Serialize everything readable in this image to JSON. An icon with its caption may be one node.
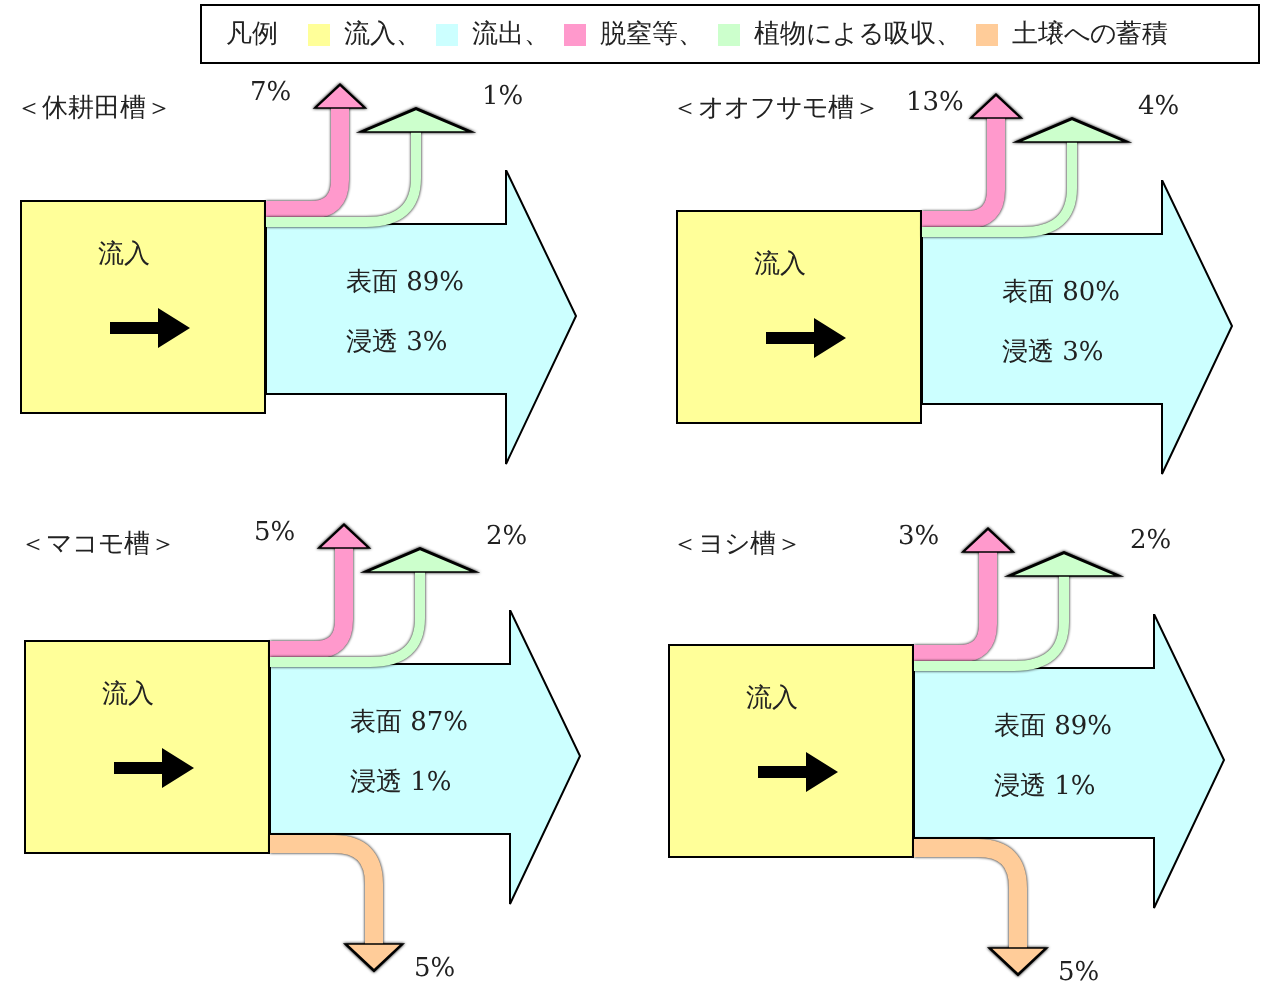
{
  "diagram": {
    "nodes": [
      {
        "text": [
          "流入"
        ]
      },
      {
        "text": [
          "表面 89%",
          "浸透 3%"
        ]
      },
      {
        "text": [
          "流入"
        ]
      },
      {
        "text": [
          "表面 80%",
          "浸透 3%"
        ]
      },
      {
        "text": [
          "流入"
        ]
      },
      {
        "text": [
          "表面 87%",
          "浸透 1%"
        ]
      },
      {
        "text": [
          "流入"
        ]
      },
      {
        "text": [
          "表面 89%",
          "浸透 1%"
        ]
      }
    ],
    "edges": [
      {
        "from": 0,
        "to": null,
        "arrow": "to",
        "label": "7%",
        "color": "#ff99cc"
      },
      {
        "from": 0,
        "to": null,
        "arrow": "to",
        "label": "1%",
        "color": "#ccffcc"
      },
      {
        "from": 2,
        "to": null,
        "arrow": "to",
        "label": "13%",
        "color": "#ff99cc"
      },
      {
        "from": 2,
        "to": null,
        "arrow": "to",
        "label": "4%",
        "color": "#ccffcc"
      },
      {
        "from": 4,
        "to": null,
        "arrow": "to",
        "label": "5%",
        "color": "#ff99cc"
      },
      {
        "from": 4,
        "to": null,
        "arrow": "to",
        "label": "2%",
        "color": "#ccffcc"
      },
      {
        "from": 4,
        "to": null,
        "arrow": "to",
        "label": "5%",
        "color": "#ffcc99"
      },
      {
        "from": 6,
        "to": null,
        "arrow": "to",
        "label": "3%",
        "color": "#ff99cc"
      },
      {
        "from": 6,
        "to": null,
        "arrow": "to",
        "label": "2%",
        "color": "#ccffcc"
      },
      {
        "from": 6,
        "to": null,
        "arrow": "to",
        "label": "5%",
        "color": "#ffcc99"
      }
    ],
    "labels": [
      "凡例",
      "＜休耕田槽＞",
      "＜オオフサモ槽＞",
      "＜マコモ槽＞",
      "＜ヨシ槽＞"
    ],
    "legend": [
      {
        "text": "流入、",
        "color": "#ffff99"
      },
      {
        "text": "流出、",
        "color": "#ccffff"
      },
      {
        "text": "脱窒等、",
        "color": "#ff99cc"
      },
      {
        "text": "植物による吸収、",
        "color": "#ccffcc"
      },
      {
        "text": "土壌への蓄積",
        "color": "#ffcc99"
      }
    ]
  }
}
